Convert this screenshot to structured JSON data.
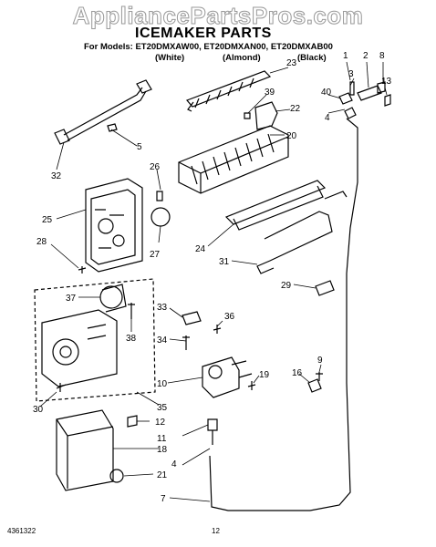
{
  "watermark": "AppliancePartsPros.com",
  "title": "ICEMAKER PARTS",
  "models_line": "For Models:  ET20DMXAW00,  ET20DMXAN00,  ET20DMXAB00",
  "variants": [
    "(White)",
    "(Almond)",
    "(Black)"
  ],
  "callouts": [
    "1",
    "2",
    "8",
    "23",
    "3",
    "13",
    "39",
    "40",
    "22",
    "4",
    "5",
    "20",
    "26",
    "32",
    "25",
    "27",
    "24",
    "28",
    "31",
    "29",
    "37",
    "33",
    "36",
    "38",
    "34",
    "10",
    "9",
    "19",
    "16",
    "30",
    "35",
    "12",
    "11",
    "18",
    "4",
    "21",
    "7"
  ],
  "footer": {
    "doc_number": "4361322",
    "page": "12"
  }
}
